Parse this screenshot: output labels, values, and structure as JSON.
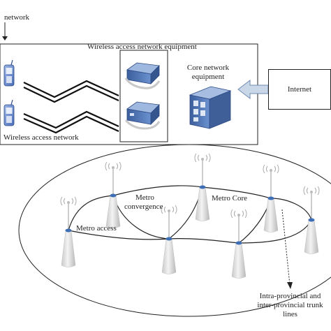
{
  "labels": {
    "network_top": "network",
    "wireless_equipment": "Wireless access network equipment",
    "core_line1": "Core network",
    "core_line2": "equipment",
    "internet": "Internet",
    "wireless_network": "Wireless access network",
    "metro_conv_line1": "Metro",
    "metro_conv_line2": "convergence",
    "metro_core": "Metro Core",
    "metro_access": "Metro access",
    "trunk_line1": "Intra-provincial and",
    "trunk_line2": "inter-provincial trunk",
    "trunk_line3": "lines"
  },
  "colors": {
    "line": "#222222",
    "phone_blue": "#6d8fd0",
    "device_blue": "#4f78b8",
    "arrow_fill": "#c9d7e8",
    "tower": "#d8d8d8",
    "node_blue": "#3e6fb5"
  }
}
